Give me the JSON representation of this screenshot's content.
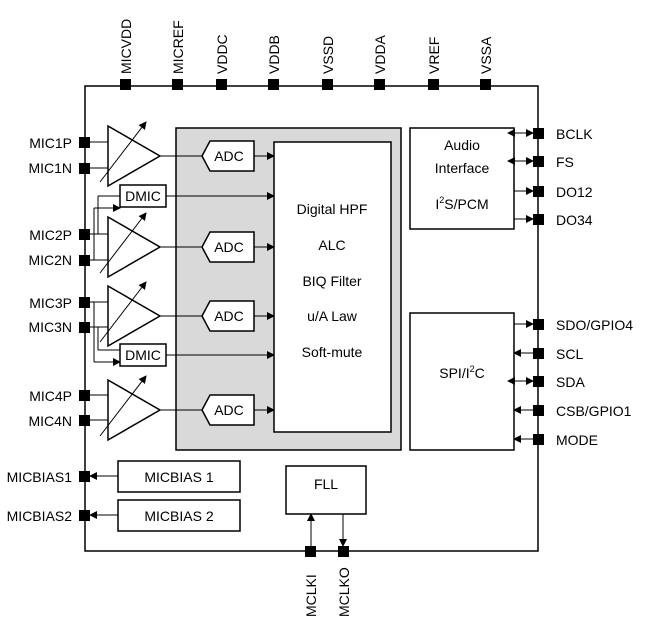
{
  "top_pins": [
    "MICVDD",
    "MICREF",
    "VDDC",
    "VDDB",
    "VSSD",
    "VDDA",
    "VREF",
    "VSSA"
  ],
  "left_pins": {
    "mic1p": "MIC1P",
    "mic1n": "MIC1N",
    "mic2p": "MIC2P",
    "mic2n": "MIC2N",
    "mic3p": "MIC3P",
    "mic3n": "MIC3N",
    "mic4p": "MIC4P",
    "mic4n": "MIC4N",
    "micbias1": "MICBIAS1",
    "micbias2": "MICBIAS2"
  },
  "right_pins": {
    "bclk": "BCLK",
    "fs": "FS",
    "do12": "DO12",
    "do34": "DO34",
    "sdo": "SDO/GPIO4",
    "scl": "SCL",
    "sda": "SDA",
    "csb": "CSB/GPIO1",
    "mode": "MODE"
  },
  "bottom_pins": {
    "mclki": "MCLKI",
    "mclko": "MCLKO"
  },
  "blocks": {
    "dmic": "DMIC",
    "adc": "ADC",
    "dsp_lines": [
      "Digital HPF",
      "ALC",
      "BIQ Filter",
      "u/A Law",
      "Soft-mute"
    ],
    "audio_interface_line1": "Audio",
    "audio_interface_line2": "Interface",
    "i2s_pcm": "I2S/PCM",
    "spi_i2c": "SPI/I2C",
    "micbias1": "MICBIAS 1",
    "micbias2": "MICBIAS 2",
    "fll": "FLL"
  },
  "colors": {
    "dsp_area": "#d9d9d9",
    "line": "#000000",
    "background": "#ffffff"
  }
}
